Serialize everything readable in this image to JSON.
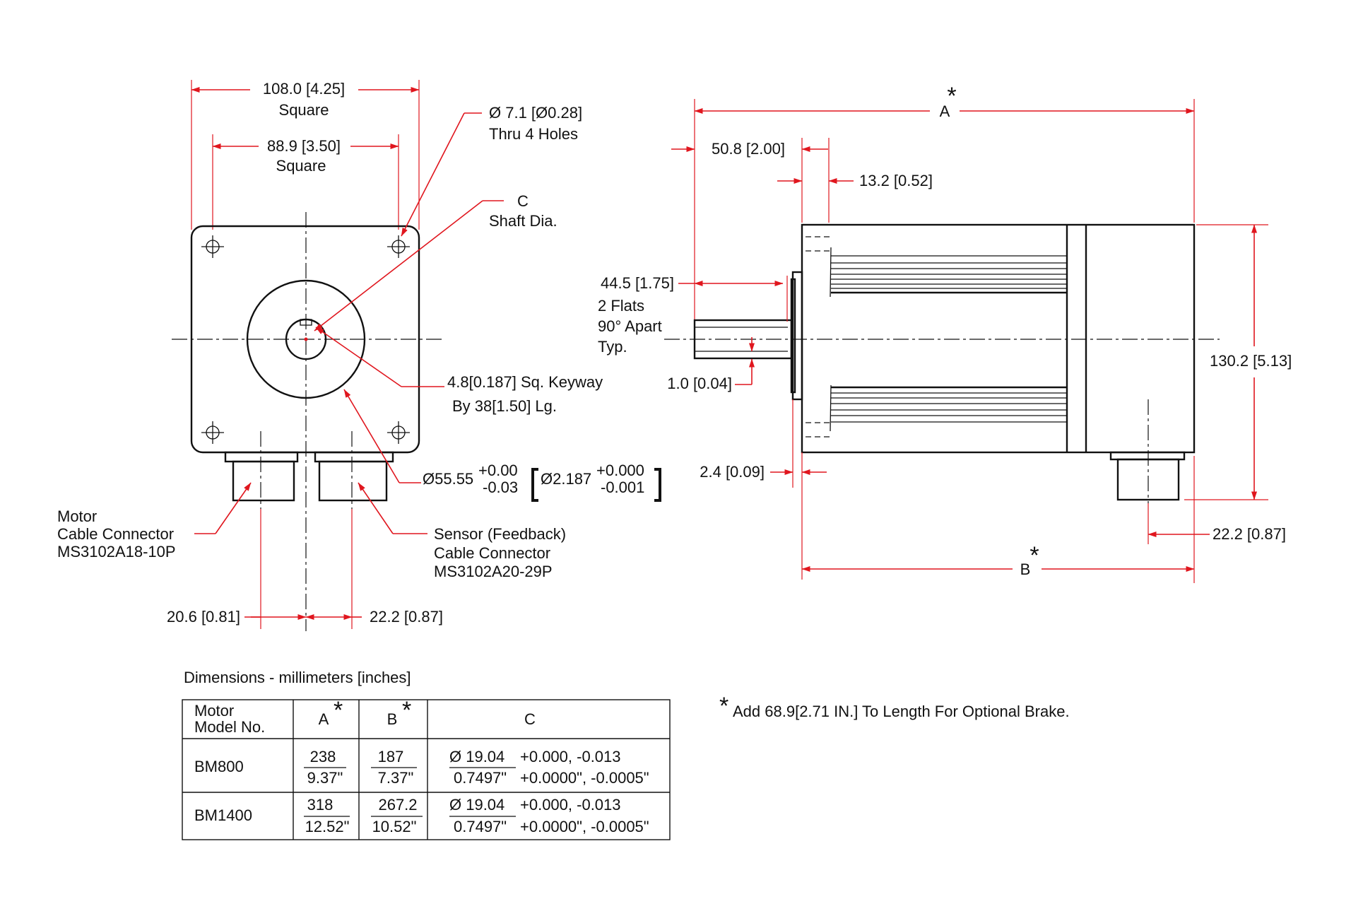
{
  "front_view": {
    "width_outer": "108.0 [4.25]",
    "width_outer_sub": "Square",
    "width_inner": "88.9 [3.50]",
    "width_inner_sub": "Square",
    "holes": "Ø 7.1 [Ø0.28]",
    "holes_sub": "Thru 4 Holes",
    "shaft": "C",
    "shaft_sub": "Shaft Dia.",
    "keyway": "4.8[0.187] Sq. Keyway",
    "keyway_sub": "By 38[1.50] Lg.",
    "pilot_mm": "Ø55.55",
    "pilot_mm_plus": "+0.00",
    "pilot_mm_minus": "-0.03",
    "pilot_in": "Ø2.187",
    "pilot_in_plus": "+0.000",
    "pilot_in_minus": "-0.001",
    "motor_conn_1": "Motor",
    "motor_conn_2": "Cable Connector",
    "motor_conn_3": "MS3102A18-10P",
    "sensor_conn_1": "Sensor (Feedback)",
    "sensor_conn_2": "Cable Connector",
    "sensor_conn_3": "MS3102A20-29P",
    "offset_left": "20.6 [0.81]",
    "offset_right": "22.2 [0.87]"
  },
  "side_view": {
    "len_a": "A",
    "len_b": "B",
    "star": "*",
    "shaft_len": "50.8 [2.00]",
    "flange": "13.2 [0.52]",
    "flats_len": "44.5 [1.75]",
    "flats_1": "2 Flats",
    "flats_2": "90° Apart",
    "flats_3": "Typ.",
    "flat_depth": "1.0 [0.04]",
    "pilot_depth": "2.4 [0.09]",
    "height": "130.2 [5.13]",
    "conn_offset": "22.2 [0.87]"
  },
  "table": {
    "caption": "Dimensions - millimeters [inches]",
    "headers": {
      "model_1": "Motor",
      "model_2": "Model No.",
      "a": "A",
      "b": "B",
      "c": "C",
      "star": "*"
    },
    "rows": [
      {
        "model": "BM800",
        "a_mm": "238",
        "a_in": "9.37\"",
        "b_mm": "187",
        "b_in": "7.37\"",
        "c_mm": "Ø 19.04",
        "c_mm_tol": "+0.000, -0.013",
        "c_in": "0.7497\"",
        "c_in_tol": "+0.0000\", -0.0005\""
      },
      {
        "model": "BM1400",
        "a_mm": "318",
        "a_in": "12.52\"",
        "b_mm": "267.2",
        "b_in": "10.52\"",
        "c_mm": "Ø 19.04",
        "c_mm_tol": "+0.000, -0.013",
        "c_in": "0.7497\"",
        "c_in_tol": "+0.0000\", -0.0005\""
      }
    ]
  },
  "note": {
    "star": "*",
    "text": "Add 68.9[2.71 IN.] To Length For Optional Brake."
  }
}
